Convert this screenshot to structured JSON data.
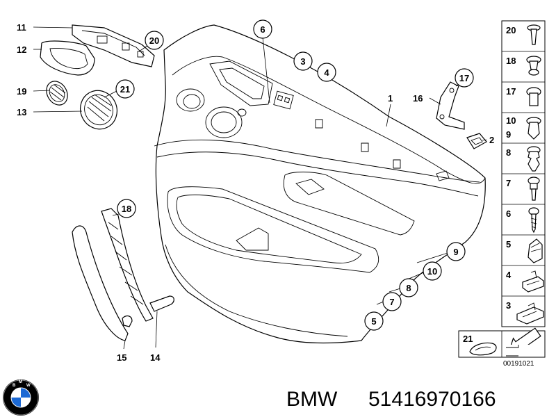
{
  "diagram_code": "00191021",
  "footer": {
    "brand": "BMW",
    "part_number": "51416970166"
  },
  "logo": {
    "name": "bmw-roundel",
    "colors": {
      "blue": "#1c69d4",
      "white": "#ffffff",
      "black": "#000000"
    }
  },
  "left_labels": [
    "11",
    "12",
    "19",
    "13"
  ],
  "circled_labels": [
    "20",
    "21",
    "6",
    "3",
    "4",
    "17",
    "18",
    "9",
    "10",
    "8",
    "7",
    "5"
  ],
  "plain_labels": [
    "1",
    "16",
    "2",
    "15",
    "14"
  ],
  "parts_table": {
    "cells": [
      {
        "no": "20",
        "icon": "push-rivet-icon"
      },
      {
        "no": "18",
        "icon": "clip-rivet-icon"
      },
      {
        "no": "17",
        "icon": "cap-plug-icon"
      },
      {
        "no": "10",
        "sub": "9",
        "icon": "expanding-rivet-icon"
      },
      {
        "no": "8",
        "icon": "fir-tree-clip-icon"
      },
      {
        "no": "7",
        "icon": "screw-clip-icon"
      },
      {
        "no": "6",
        "icon": "screw-icon"
      },
      {
        "no": "5",
        "icon": "clip-nut-icon"
      },
      {
        "no": "4",
        "icon": "bracket-clip-icon"
      },
      {
        "no": "3",
        "icon": "holder-clip-icon"
      }
    ],
    "bottom": {
      "no": "21",
      "icons": [
        "grille-part-icon",
        "arrow-symbol-icon"
      ]
    }
  }
}
